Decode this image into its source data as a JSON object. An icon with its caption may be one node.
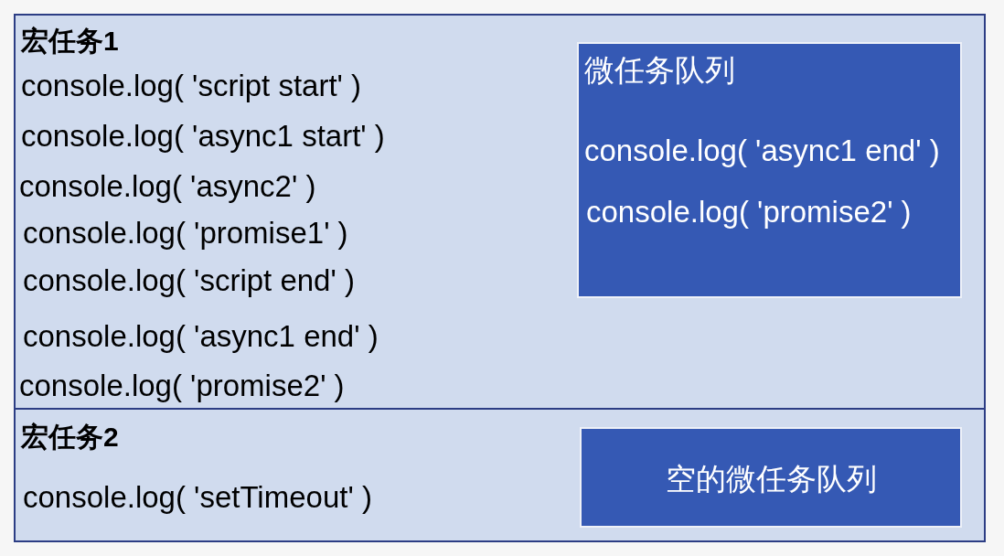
{
  "diagram": {
    "nodes": [
      {
        "text": [
          "宏任务1",
          "console.log( 'script start' )",
          "console.log( 'async1 start' )",
          "console.log( 'async2' )",
          "console.log( 'promise1' )",
          "console.log( 'script end' )",
          "console.log( 'async1 end' )",
          "console.log( 'promise2' )"
        ]
      },
      {
        "text": [
          "微任务队列",
          "console.log( 'async1 end' )",
          "console.log( 'promise2' )"
        ],
        "in": 0
      },
      {
        "text": [
          "宏任务2",
          "console.log( 'setTimeout' )"
        ]
      },
      {
        "text": [
          "空的微任务队列"
        ],
        "in": 2
      }
    ]
  }
}
